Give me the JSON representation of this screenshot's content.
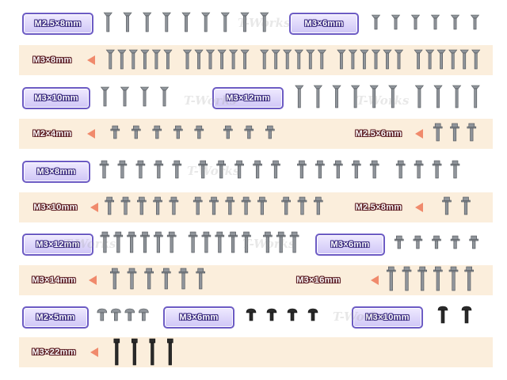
{
  "watermark": "T-Works",
  "colors": {
    "band": "#fbeedc",
    "pill_border": "#6c5bc4",
    "arrow": "#f08a6c",
    "steel": "#8f949a",
    "black_oxide": "#2a2a2a"
  },
  "rows": [
    {
      "id": "r1",
      "band": false,
      "segments": [
        {
          "label": "M2.5×8mm",
          "style": "pill",
          "screws": {
            "head": "countersunk",
            "count": 9,
            "len": "m",
            "finish": "steel"
          }
        },
        {
          "label": "M3×6mm",
          "style": "pill",
          "screws": {
            "head": "countersunk",
            "count": 6,
            "len": "s",
            "finish": "steel"
          }
        }
      ]
    },
    {
      "id": "r2",
      "band": true,
      "segments": [
        {
          "label": "M3×8mm",
          "style": "plain",
          "screws": {
            "head": "countersunk",
            "groups": [
              6,
              6,
              6,
              6,
              6
            ],
            "len": "m",
            "finish": "steel"
          }
        }
      ]
    },
    {
      "id": "r3",
      "band": false,
      "segments": [
        {
          "label": "M3×10mm",
          "style": "pill",
          "screws": {
            "head": "countersunk",
            "count": 4,
            "len": "m",
            "finish": "steel"
          }
        },
        {
          "label": "M3×12mm",
          "style": "pill",
          "screws": {
            "head": "countersunk",
            "groups": [
              6,
              4
            ],
            "len": "l",
            "finish": "steel"
          }
        }
      ]
    },
    {
      "id": "r4",
      "band": true,
      "segments": [
        {
          "label": "M2×4mm",
          "style": "plain",
          "screws": {
            "head": "flange",
            "groups": [
              5,
              3
            ],
            "len": "s",
            "finish": "steel"
          }
        },
        {
          "label": "M2.5×6mm",
          "style": "plain",
          "screws": {
            "head": "flange",
            "count": 3,
            "len": "m",
            "finish": "steel"
          }
        }
      ]
    },
    {
      "id": "r5",
      "band": false,
      "segments": [
        {
          "label": "M3×8mm",
          "style": "pill",
          "screws": {
            "head": "flange",
            "groups": [
              5,
              5,
              5,
              4
            ],
            "len": "m",
            "finish": "steel"
          }
        }
      ]
    },
    {
      "id": "r6",
      "band": true,
      "segments": [
        {
          "label": "M3×10mm",
          "style": "plain",
          "screws": {
            "head": "flange",
            "groups": [
              5,
              5,
              3
            ],
            "len": "m",
            "finish": "steel"
          }
        },
        {
          "label": "M2.5×8mm",
          "style": "plain",
          "screws": {
            "head": "flange",
            "count": 2,
            "len": "m",
            "finish": "steel"
          }
        }
      ]
    },
    {
      "id": "r7",
      "band": false,
      "segments": [
        {
          "label": "M3×12mm",
          "style": "pill",
          "screws": {
            "head": "flange",
            "groups": [
              6,
              5,
              3
            ],
            "len": "l",
            "finish": "steel"
          }
        },
        {
          "label": "M3×6mm",
          "style": "pill",
          "screws": {
            "head": "flange",
            "count": 5,
            "len": "s",
            "finish": "steel"
          }
        }
      ]
    },
    {
      "id": "r8",
      "band": true,
      "segments": [
        {
          "label": "M3×14mm",
          "style": "plain",
          "screws": {
            "head": "flange",
            "count": 6,
            "len": "l",
            "finish": "steel"
          }
        },
        {
          "label": "M3×16mm",
          "style": "plain",
          "screws": {
            "head": "flange",
            "count": 6,
            "len": "xl",
            "finish": "steel"
          }
        }
      ]
    },
    {
      "id": "r9",
      "band": false,
      "segments": [
        {
          "label": "M2×5mm",
          "style": "pill",
          "screws": {
            "head": "button",
            "count": 4,
            "len": "s",
            "finish": "steel"
          }
        },
        {
          "label": "M3×6mm",
          "style": "pill",
          "screws": {
            "head": "button",
            "count": 4,
            "len": "s",
            "finish": "black"
          }
        },
        {
          "label": "M3×10mm",
          "style": "pill",
          "screws": {
            "head": "button",
            "count": 2,
            "len": "m",
            "finish": "black"
          }
        }
      ]
    },
    {
      "id": "r10",
      "band": true,
      "segments": [
        {
          "label": "M3×22mm",
          "style": "plain",
          "screws": {
            "head": "socket",
            "count": 4,
            "len": "xl",
            "finish": "black"
          }
        }
      ]
    }
  ]
}
